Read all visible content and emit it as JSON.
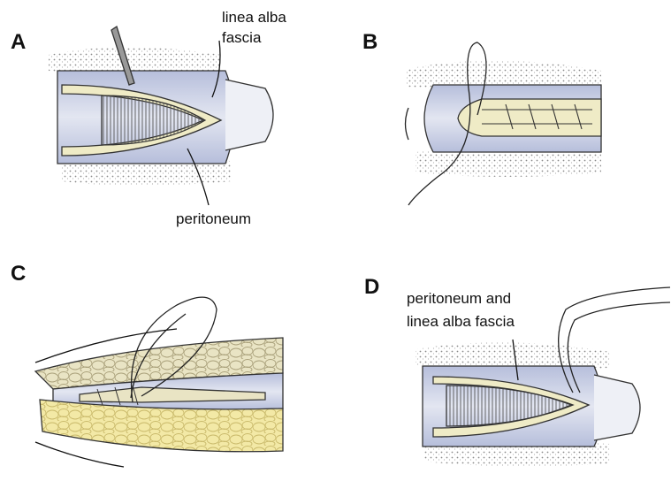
{
  "figure": {
    "panels": [
      {
        "id": "A",
        "letter": "A",
        "labels": [
          "linea alba",
          "fascia",
          "peritoneum"
        ]
      },
      {
        "id": "B",
        "letter": "B",
        "labels": []
      },
      {
        "id": "C",
        "letter": "C",
        "labels": []
      },
      {
        "id": "D",
        "letter": "D",
        "labels": [
          "peritoneum and",
          "linea alba fascia"
        ]
      }
    ]
  },
  "colors": {
    "fascia_yellow": "#efebc6",
    "fat_yellow": "#f3e9a6",
    "tissue_blue": "#cdd3e6",
    "tissue_blue_dark": "#9aa3c4",
    "skin_stipple": "#9a9a9a",
    "line": "#222222"
  }
}
